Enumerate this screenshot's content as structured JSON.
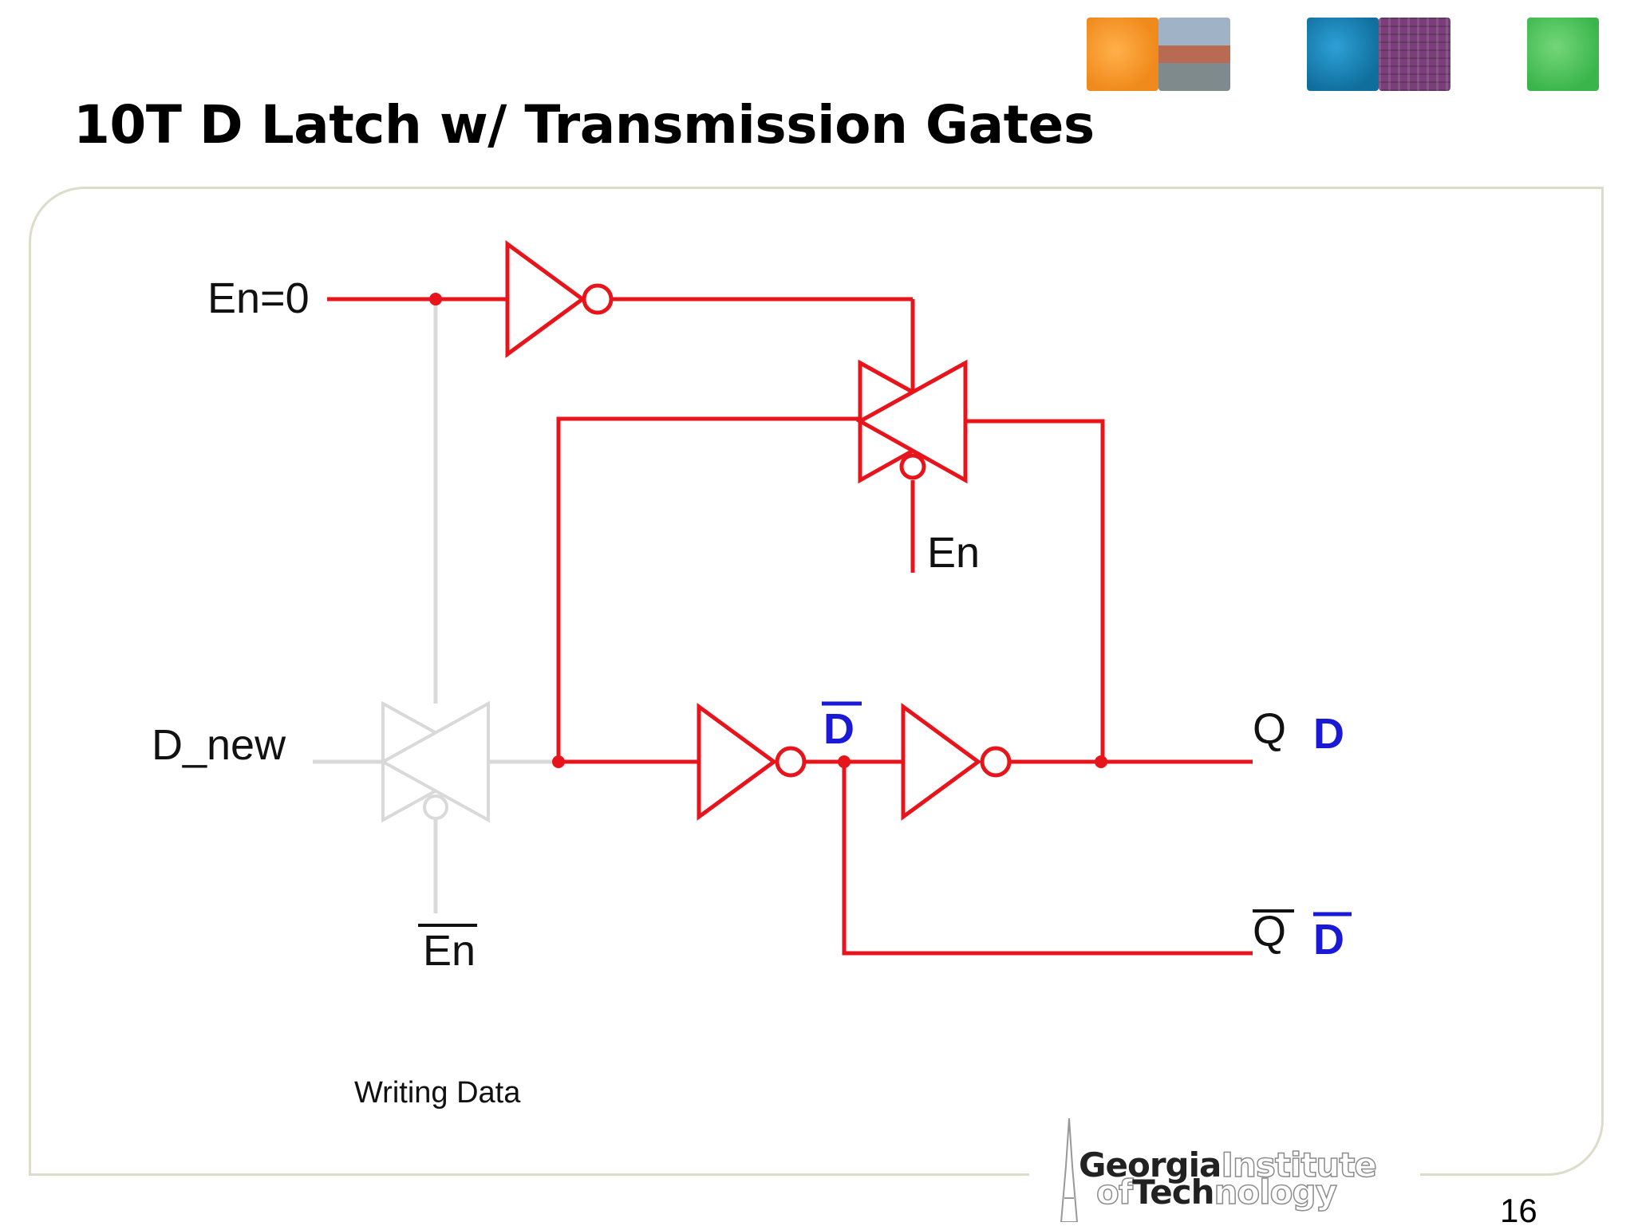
{
  "slide": {
    "title": "10T D Latch w/ Transmission Gates",
    "page_number": "16"
  },
  "circuit": {
    "labels": {
      "en_input": "En=0",
      "en_tgate": "En",
      "d_input": "D_new",
      "en_bar": "En",
      "q_output": "Q",
      "q_bar_output": "Q",
      "caption": "Writing Data"
    },
    "annotations": {
      "d_bar_mid": "D",
      "q_value": "D",
      "q_bar_value": "D"
    },
    "colors": {
      "active_wire": "#e8141b",
      "inactive_wire": "#d9d9d9",
      "annotation": "#1a1ad6"
    }
  },
  "logo": {
    "line1_dark": "Georgia",
    "line1_light": "Institute",
    "line2_light_a": "of",
    "line2_dark": "Tech",
    "line2_light_b": "nology"
  },
  "header_tiles": [
    "orange-tile",
    "campus-photo-tile",
    "blue-tile",
    "chip-photo-tile",
    "green-tile"
  ]
}
